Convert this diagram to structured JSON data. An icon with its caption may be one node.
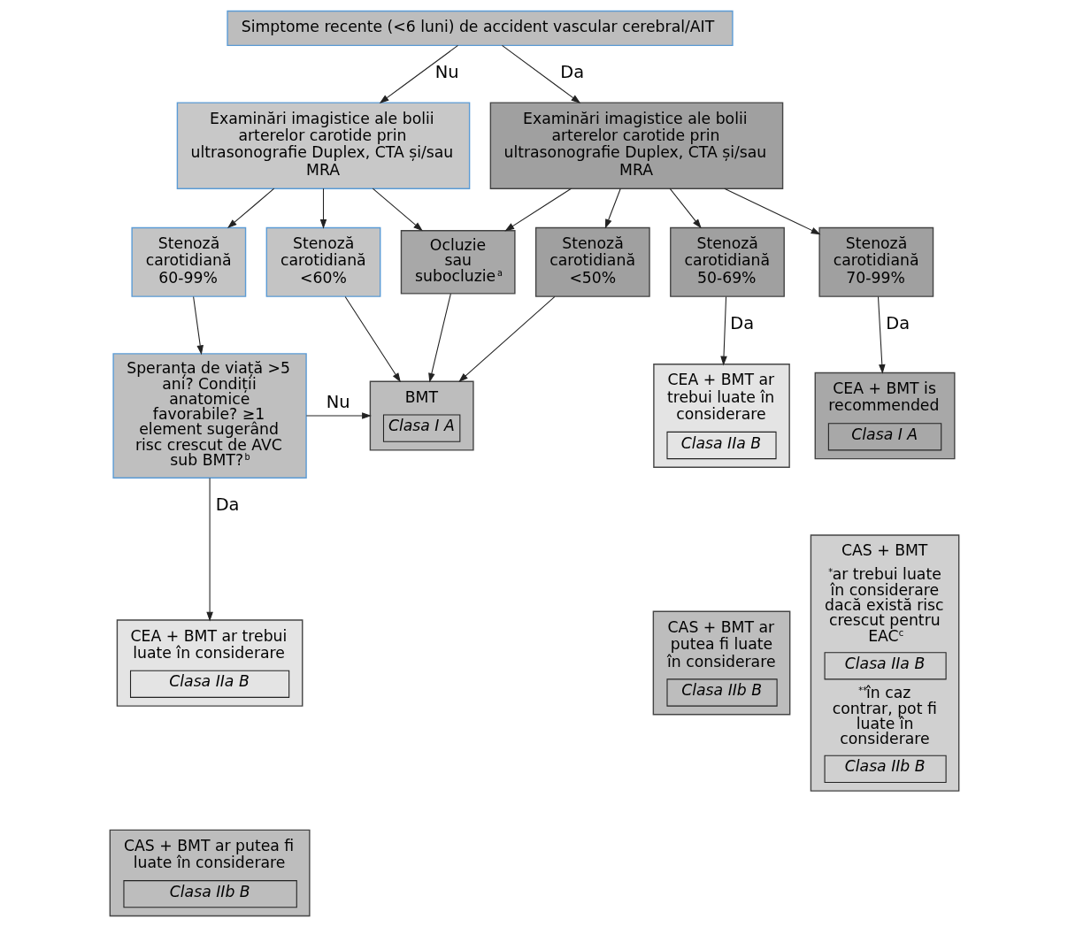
{
  "diagram": {
    "nodes": [
      {
        "text": [
          "Simptome recente (<6 luni) de accident vascular cerebral/AIT"
        ]
      },
      {
        "text": [
          "Examinări imagistice ale bolii arterelor carotide prin ultrasonografie Duplex, CTA și/sau MRA"
        ]
      },
      {
        "text": [
          "Examinări imagistice ale bolii arterelor carotide prin ultrasonografie Duplex, CTA și/sau MRA"
        ]
      },
      {
        "text": [
          "Stenoză carotidiană 60-99%"
        ]
      },
      {
        "text": [
          "Stenoză carotidiană <60%"
        ]
      },
      {
        "text": [
          "Ocluzie sau subocluzie$^{a}$"
        ]
      },
      {
        "text": [
          "Stenoză carotidiană <50%"
        ]
      },
      {
        "text": [
          "Stenoză carotidiană 50-69%"
        ]
      },
      {
        "text": [
          "Stenoză carotidiană 70-99%"
        ]
      },
      {
        "text": [
          "Speranța de viață >5 ani? Condiții anatomice favorabile? ≥1 element sugerând risc crescut de AVC sub BMT?$^{b}$"
        ]
      },
      {
        "text": [
          "BMT",
          "Clasa I A"
        ]
      },
      {
        "text": [
          "CEA + BMT ar trebui luate în considerare",
          "Clasa IIa B"
        ]
      },
      {
        "text": [
          "CAS + BMT ar putea fi luate în considerare",
          "Clasa IIb B"
        ]
      },
      {
        "text": [
          "CEA + BMT ar trebui luate în considerare",
          "Clasa IIa B"
        ]
      },
      {
        "text": [
          "CAS + BMT ar putea fi luate în considerare",
          "Clasa IIb B"
        ]
      },
      {
        "text": [
          "CEA + BMT is recommended",
          "Clasa I A"
        ]
      },
      {
        "text": [
          "CAS + BMT",
          "$^{*}$ar trebui luate în considerare dacă există risc crescut pentru EAC$^{c}$",
          "Clasa IIa B",
          "$^{**}$în caz contrar, pot fi luate în considerare",
          "Clasa IIb B"
        ]
      }
    ],
    "edges": [
      {
        "from": 0,
        "to": 1,
        "arrow": "to",
        "label": "Nu"
      },
      {
        "from": 0,
        "to": 2,
        "arrow": "to",
        "label": "Da"
      },
      {
        "from": 1,
        "to": 3,
        "arrow": "to"
      },
      {
        "from": 1,
        "to": 4,
        "arrow": "to"
      },
      {
        "from": 1,
        "to": 5,
        "arrow": "to"
      },
      {
        "from": 2,
        "to": 5,
        "arrow": "to"
      },
      {
        "from": 2,
        "to": 6,
        "arrow": "to"
      },
      {
        "from": 2,
        "to": 7,
        "arrow": "to"
      },
      {
        "from": 2,
        "to": 8,
        "arrow": "to"
      },
      {
        "from": 3,
        "to": 9,
        "arrow": "to"
      },
      {
        "from": 4,
        "to": 10,
        "arrow": "to"
      },
      {
        "from": 5,
        "to": 10,
        "arrow": "to"
      },
      {
        "from": 6,
        "to": 10,
        "arrow": "to"
      },
      {
        "from": 9,
        "to": 10,
        "arrow": "to",
        "label": "Nu"
      },
      {
        "from": 9,
        "to": 11,
        "arrow": "to",
        "label": "Da"
      },
      {
        "from": 7,
        "to": 13,
        "arrow": "to",
        "label": "Da"
      },
      {
        "from": 8,
        "to": 15,
        "arrow": "to",
        "label": "Da"
      }
    ]
  }
}
